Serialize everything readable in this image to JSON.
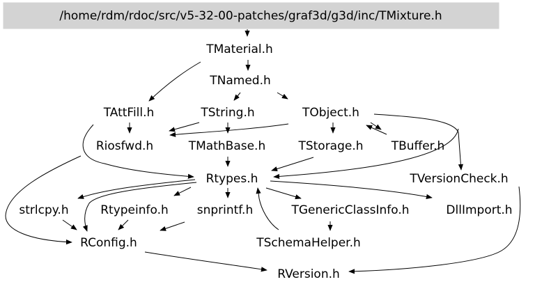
{
  "graph": {
    "root_file": "/home/rdm/rdoc/src/v5-32-00-patches/graf3d/g3d/inc/TMixture.h",
    "nodes": {
      "tmaterial": "TMaterial.h",
      "tnamed": "TNamed.h",
      "tattfill": "TAttFill.h",
      "tstring": "TString.h",
      "tobject": "TObject.h",
      "riosfwd": "Riosfwd.h",
      "tmathbase": "TMathBase.h",
      "tstorage": "TStorage.h",
      "tbuffer": "TBuffer.h",
      "rtypes": "Rtypes.h",
      "tversioncheck": "TVersionCheck.h",
      "strlcpy": "strlcpy.h",
      "rtypeinfo": "Rtypeinfo.h",
      "snprintf": "snprintf.h",
      "tgenericclassinfo": "TGenericClassInfo.h",
      "dllimport": "DllImport.h",
      "rconfig": "RConfig.h",
      "tschemahelper": "TSchemaHelper.h",
      "rversion": "RVersion.h"
    }
  },
  "colors": {
    "root_fill": "#d3d3d3",
    "edge": "#000000",
    "text": "#000000",
    "background": "#ffffff"
  }
}
